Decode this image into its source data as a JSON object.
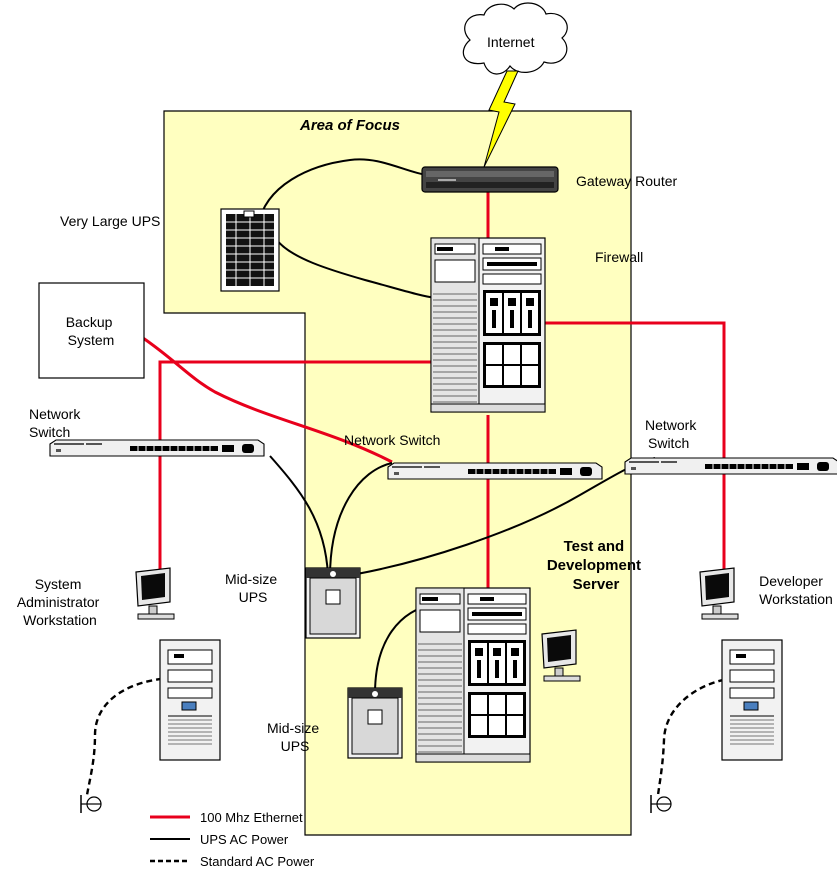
{
  "title": "Area of Focus",
  "labels": {
    "internet": "Internet",
    "gateway_router": "Gateway Router",
    "very_large_ups": "Very Large UPS",
    "firewall": "Firewall",
    "backup_system": [
      "Backup",
      "System"
    ],
    "network_switch_left": [
      "Network",
      "Switch"
    ],
    "network_switch_center": "Network Switch",
    "network_switch_right": [
      "Network",
      "Switch"
    ],
    "test_dev_server": [
      "Test and",
      "Development",
      "Server"
    ],
    "sysadmin_workstation": [
      "System",
      "Administrator",
      "Workstation"
    ],
    "developer_workstation": [
      "Developer",
      "Workstation"
    ],
    "midsize_ups_upper": [
      "Mid-size",
      "UPS"
    ],
    "midsize_ups_lower": [
      "Mid-size",
      "UPS"
    ]
  },
  "legend": [
    {
      "label": "100 Mhz Ethernet",
      "style": "solid",
      "color": "#e8001c"
    },
    {
      "label": "UPS AC Power",
      "style": "solid",
      "color": "#000000"
    },
    {
      "label": "Standard AC Power",
      "style": "dashed",
      "color": "#000000"
    }
  ],
  "colors": {
    "focus_area": "#ffffc0",
    "ethernet": "#e8001c",
    "power": "#000000",
    "lightning": "#ffff00"
  }
}
